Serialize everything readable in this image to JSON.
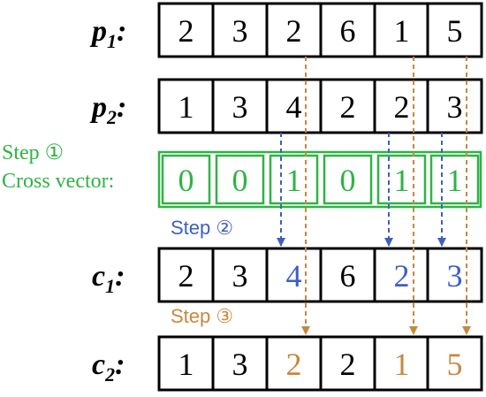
{
  "colors": {
    "black": "#000000",
    "green": "#2fb344",
    "blue": "#3f5fbf",
    "orange": "#c7883e",
    "white": "#ffffff"
  },
  "rows": [
    {
      "label": {
        "base": "p",
        "sub": "1",
        "suffix": ":"
      },
      "values": [
        "2",
        "3",
        "2",
        "6",
        "1",
        "5"
      ],
      "colors": [
        "black",
        "black",
        "black",
        "black",
        "black",
        "black"
      ]
    },
    {
      "label": {
        "base": "p",
        "sub": "2",
        "suffix": ":"
      },
      "values": [
        "1",
        "3",
        "4",
        "2",
        "2",
        "3"
      ],
      "colors": [
        "black",
        "black",
        "black",
        "black",
        "black",
        "black"
      ]
    },
    {
      "label": {
        "base": "c",
        "sub": "1",
        "suffix": ":"
      },
      "values": [
        "2",
        "3",
        "4",
        "6",
        "2",
        "3"
      ],
      "colors": [
        "black",
        "black",
        "blue",
        "black",
        "blue",
        "blue"
      ]
    },
    {
      "label": {
        "base": "c",
        "sub": "2",
        "suffix": ":"
      },
      "values": [
        "1",
        "3",
        "2",
        "2",
        "1",
        "5"
      ],
      "colors": [
        "black",
        "black",
        "orange",
        "black",
        "orange",
        "orange"
      ]
    }
  ],
  "cross_vector": {
    "step_label": "Step ①",
    "title": "Cross vector:",
    "values": [
      "0",
      "0",
      "1",
      "0",
      "1",
      "1"
    ]
  },
  "step2": {
    "text": "Step ②"
  },
  "step3": {
    "text": "Step ③"
  },
  "arrows": {
    "blue_columns": [
      2,
      4,
      5
    ],
    "orange_columns": [
      2,
      4,
      5
    ]
  }
}
